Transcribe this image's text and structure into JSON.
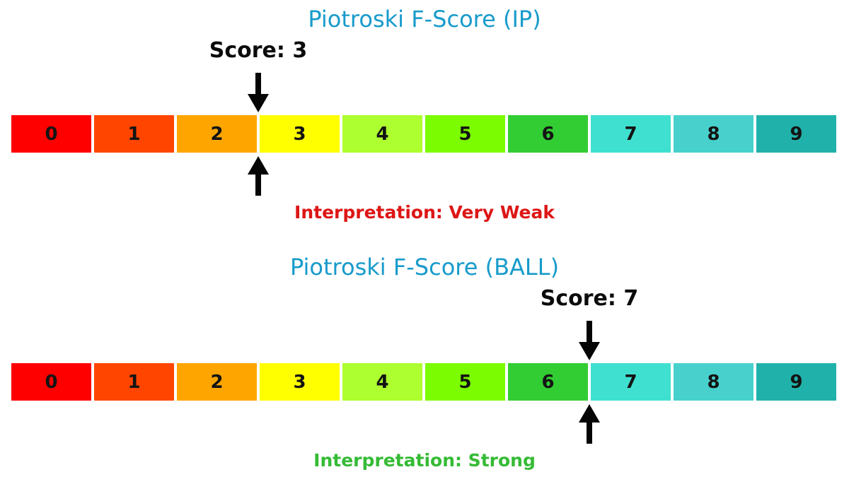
{
  "colors": {
    "title": "#189bcb",
    "arrow": "#050505",
    "cell_text": "#141414"
  },
  "scale": {
    "labels": [
      "0",
      "1",
      "2",
      "3",
      "4",
      "5",
      "6",
      "7",
      "8",
      "9"
    ],
    "colors": [
      "#ff0000",
      "#ff4500",
      "#ffa500",
      "#ffff00",
      "#adff2f",
      "#7cfc00",
      "#32cd32",
      "#40e0d0",
      "#48d1cc",
      "#20b2aa"
    ]
  },
  "charts": [
    {
      "title": "Piotroski F-Score (IP)",
      "score": 3,
      "score_label": "Score: 3",
      "interpretation": "Interpretation: Very Weak",
      "interpretation_color": "#dd1616"
    },
    {
      "title": "Piotroski F-Score (BALL)",
      "score": 7,
      "score_label": "Score: 7",
      "interpretation": "Interpretation: Strong",
      "interpretation_color": "#35bb35"
    }
  ],
  "chart_data": [
    {
      "type": "heatmap",
      "title": "Piotroski F-Score (IP)",
      "categories": [
        0,
        1,
        2,
        3,
        4,
        5,
        6,
        7,
        8,
        9
      ],
      "cell_colors": [
        "#ff0000",
        "#ff4500",
        "#ffa500",
        "#ffff00",
        "#adff2f",
        "#7cfc00",
        "#32cd32",
        "#40e0d0",
        "#48d1cc",
        "#20b2aa"
      ],
      "score": 3,
      "score_marker": "double arrows at left edge of cell 3",
      "interpretation": "Very Weak",
      "interpretation_color": "#dd1616",
      "xlim": [
        0,
        10
      ],
      "legend": "none",
      "grid": false
    },
    {
      "type": "heatmap",
      "title": "Piotroski F-Score (BALL)",
      "categories": [
        0,
        1,
        2,
        3,
        4,
        5,
        6,
        7,
        8,
        9
      ],
      "cell_colors": [
        "#ff0000",
        "#ff4500",
        "#ffa500",
        "#ffff00",
        "#adff2f",
        "#7cfc00",
        "#32cd32",
        "#40e0d0",
        "#48d1cc",
        "#20b2aa"
      ],
      "score": 7,
      "score_marker": "double arrows at left edge of cell 7",
      "interpretation": "Strong",
      "interpretation_color": "#35bb35",
      "xlim": [
        0,
        10
      ],
      "legend": "none",
      "grid": false
    }
  ]
}
